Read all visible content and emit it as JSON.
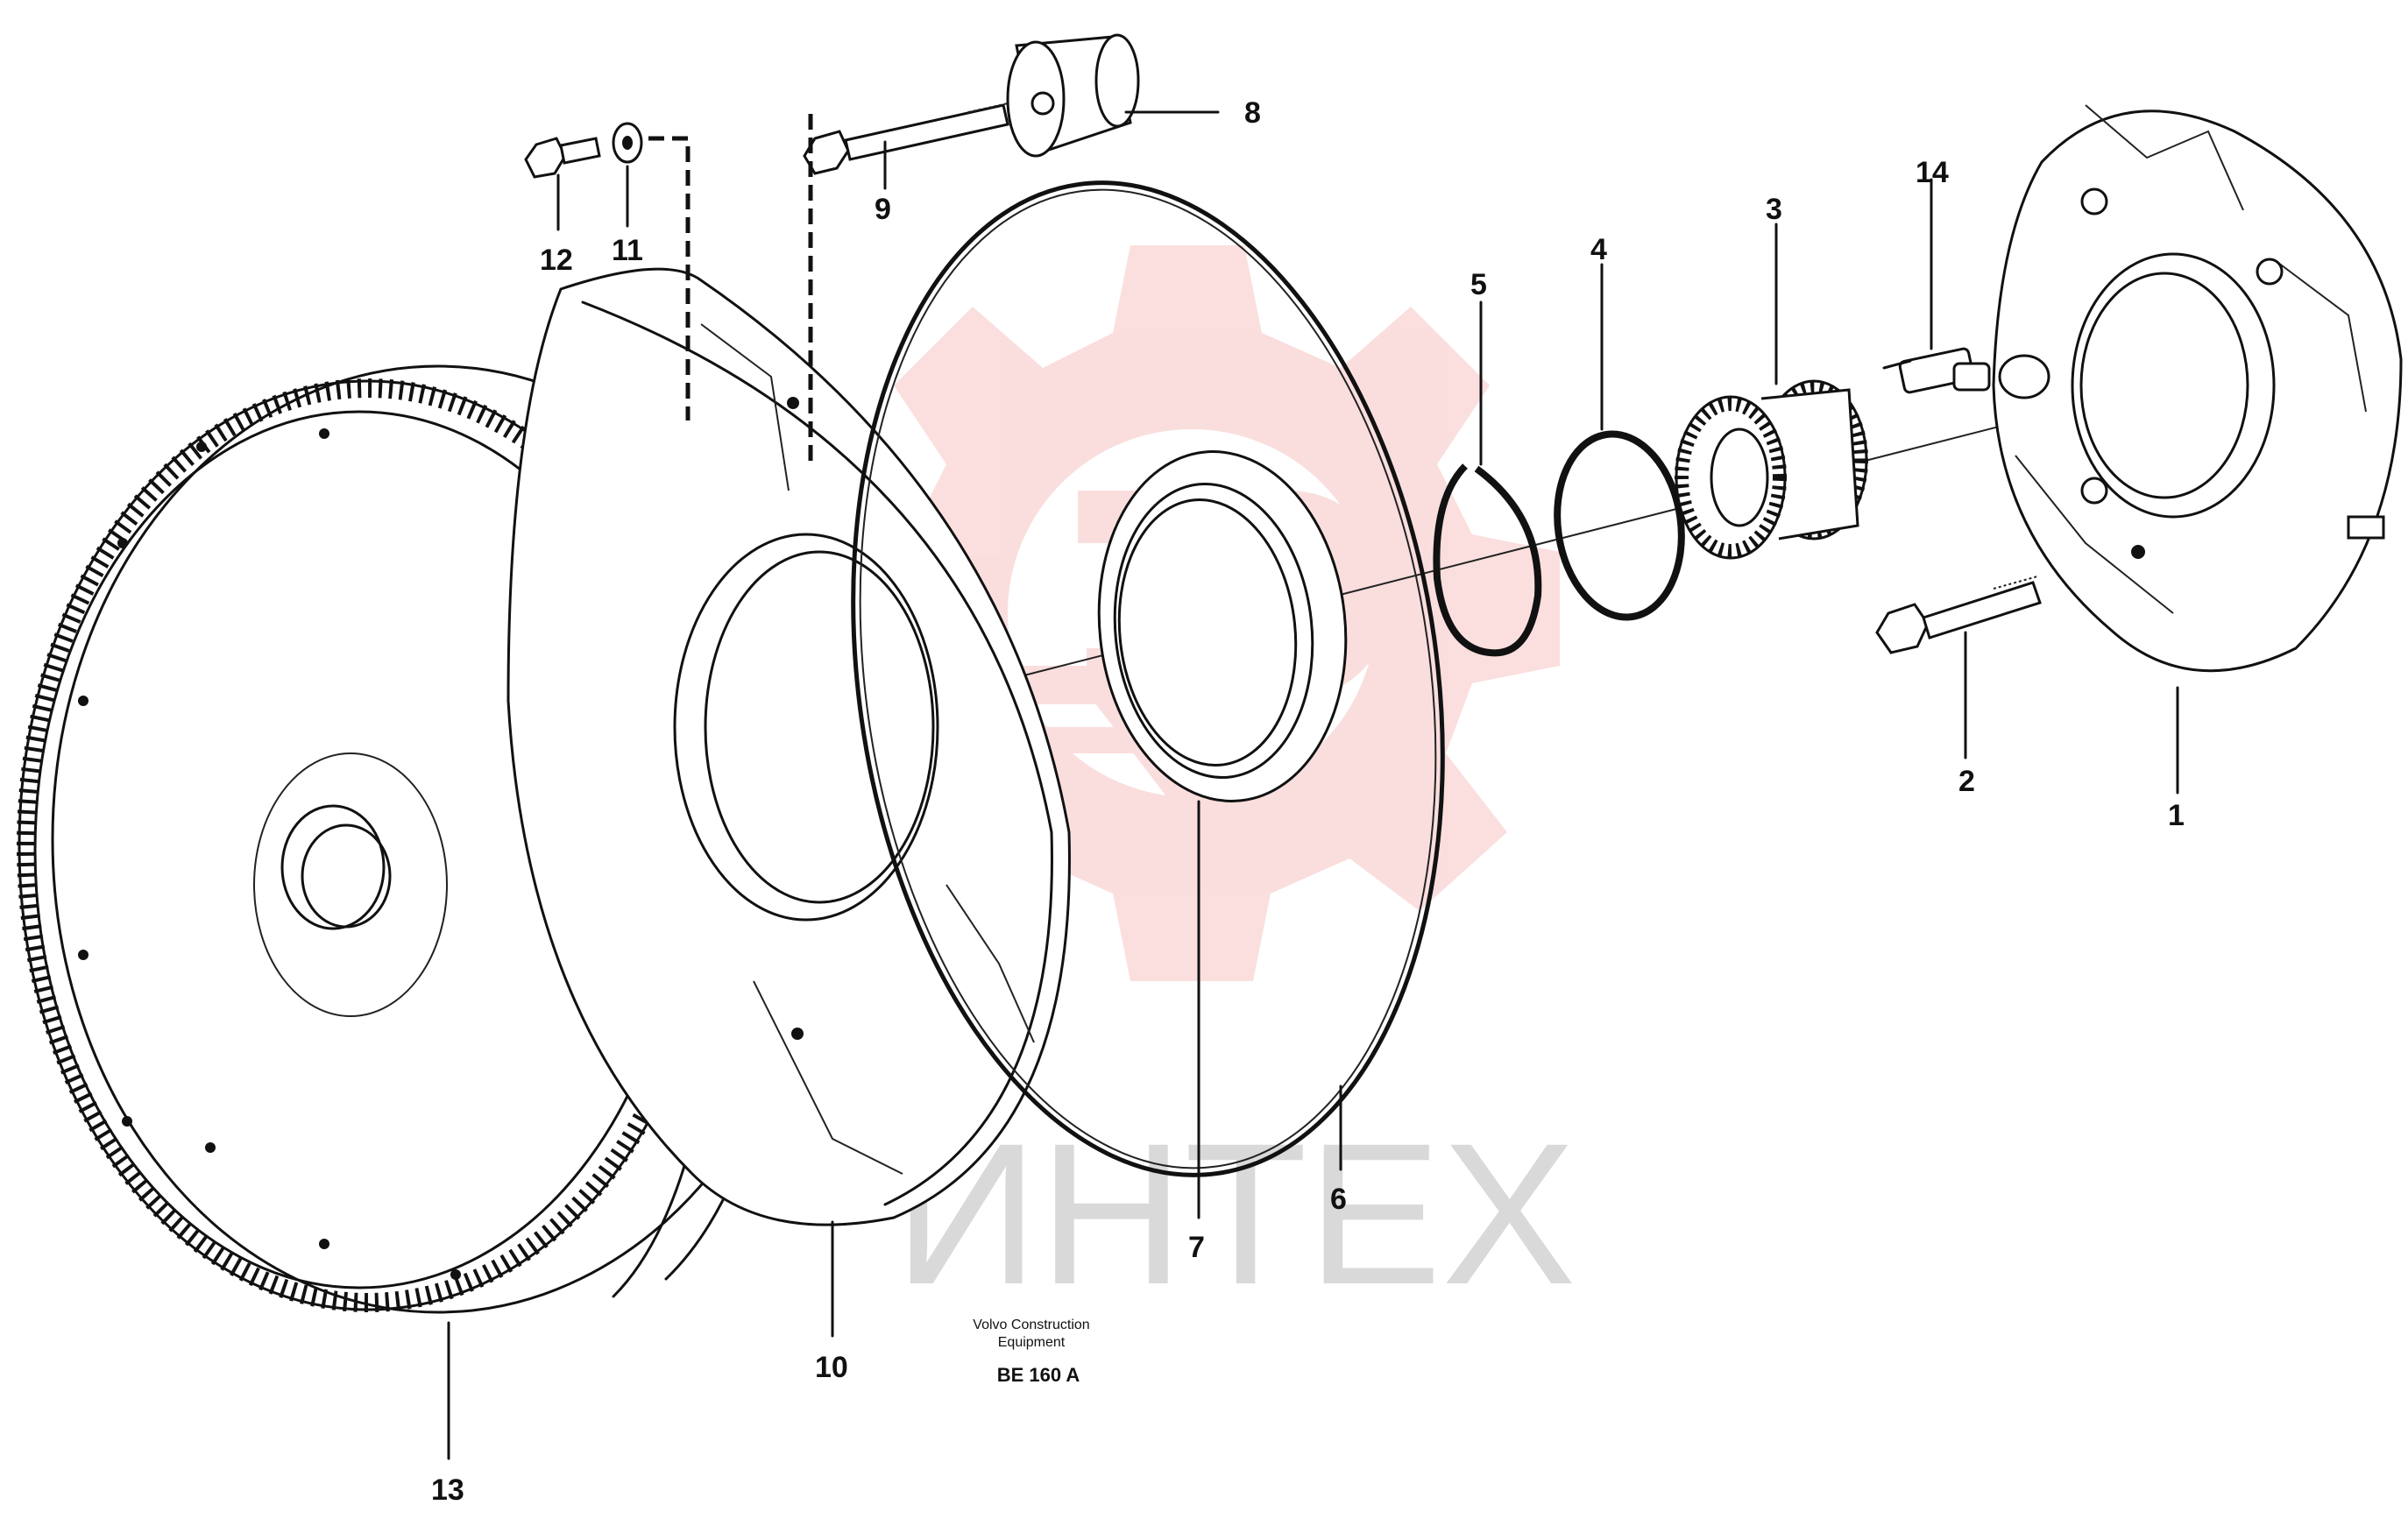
{
  "watermark": {
    "text": "ИНТЕХ",
    "logo_color": "#f08080",
    "text_color": "#d9d9d9"
  },
  "caption": {
    "line1": "Volvo Construction",
    "line2": "Equipment",
    "code": "BE 160 A"
  },
  "callouts": [
    "1",
    "2",
    "3",
    "4",
    "5",
    "6",
    "7",
    "8",
    "9",
    "10",
    "11",
    "12",
    "13",
    "14"
  ],
  "colors": {
    "line": "#111111",
    "background": "#ffffff"
  }
}
